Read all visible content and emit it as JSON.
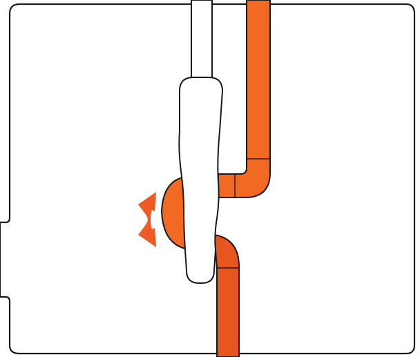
{
  "diagram": {
    "colors": {
      "stroke": "#1a1a1a",
      "background": "#ffffff",
      "orange_primary": "#f26a21",
      "orange_dark": "#e8561f",
      "arrow": "#ee5a24"
    },
    "components": [
      {
        "id": "frame",
        "icon": "panel-frame-with-notch"
      },
      {
        "id": "white-tube",
        "icon": "white-vertical-tube"
      },
      {
        "id": "handle",
        "icon": "white-handle-grip"
      },
      {
        "id": "upper-orange-tube",
        "icon": "orange-tube-with-elbow"
      },
      {
        "id": "lower-orange-tube",
        "icon": "orange-tube-with-elbow"
      },
      {
        "id": "orange-knob",
        "icon": "orange-rotary-knob"
      },
      {
        "id": "rotate-arrow",
        "icon": "curved-double-arrow"
      }
    ]
  }
}
